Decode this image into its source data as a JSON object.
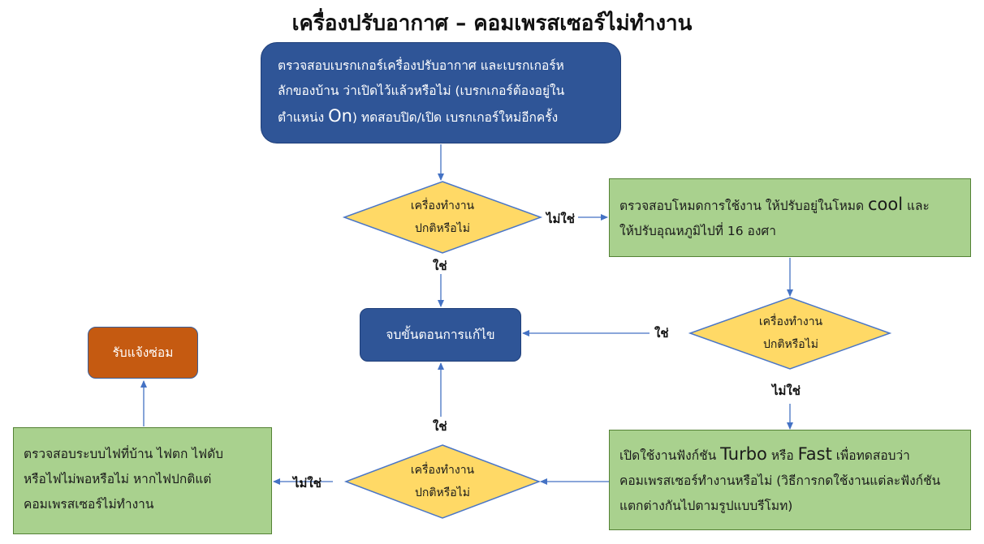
{
  "title": "เครื่องปรับอากาศ – คอมเพรสเซอร์ไม่ทำงาน",
  "nodes": {
    "check_breaker": {
      "line1": "ตรวจสอบเบรกเกอร์เครื่องปรับอากาศ และเบรกเกอร์ห",
      "line2": "ลักของบ้าน  ว่าเปิดไว้แล้วหรือไม่ (เบรกเกอร์ต้องอยู่ใน",
      "line3_pre": "ตำแหน่ง ",
      "line3_big": "On",
      "line3_post": ") ทดสอบปิด/เปิด เบรกเกอร์ใหม่อีกครั้ง"
    },
    "decision_1": {
      "line1": "เครื่องทำงาน",
      "line2": "ปกติหรือไม่"
    },
    "check_mode": {
      "line1_pre": "ตรวจสอบโหมดการใช้งาน ให้ปรับอยู่ในโหมด ",
      "line1_big": "cool",
      "line1_post": " และ",
      "line2": "ให้ปรับอุณหภูมิไปที่ 16 องศา"
    },
    "decision_2": {
      "line1": "เครื่องทำงาน",
      "line2": "ปกติหรือไม่"
    },
    "end": {
      "label": "จบขั้นตอนการแก้ไข"
    },
    "turbo": {
      "line1_pre": "เปิดใช้งานฟังก์ชัน ",
      "line1_big1": "Turbo",
      "line1_mid": " หรือ ",
      "line1_big2": "Fast",
      "line1_post": " เพื่อทดสอบว่า",
      "line2": "คอมเพรสเซอร์ทำงานหรือไม่ (วิธีการกดใช้งานแต่ละฟังก์ชัน",
      "line3": "แตกต่างกันไปตามรูปแบบรีโมท)"
    },
    "decision_3": {
      "line1": "เครื่องทำงาน",
      "line2": "ปกติหรือไม่"
    },
    "check_power": {
      "line1": "ตรวจสอบระบบไฟที่บ้าน ไฟตก ไฟดับ",
      "line2": "หรือไฟไม่พอหรือไม่  หากไฟปกติแต่",
      "line3": "คอมเพรสเซอร์ไม่ทำงาน"
    },
    "repair": {
      "label": "รับแจ้งซ่อม"
    }
  },
  "edge_labels": {
    "d1_no": "ไม่ใช่",
    "d1_yes": "ใช่",
    "d2_yes": "ใช่",
    "d2_no": "ไม่ใช่",
    "d3_yes": "ใช่",
    "d3_no": "ไม่ใช่"
  },
  "colors": {
    "blue_box": "#2f5597",
    "green_box": "#a9d18e",
    "diamond": "#ffd966",
    "orange_box": "#c55a11",
    "arrow": "#4472c4"
  }
}
